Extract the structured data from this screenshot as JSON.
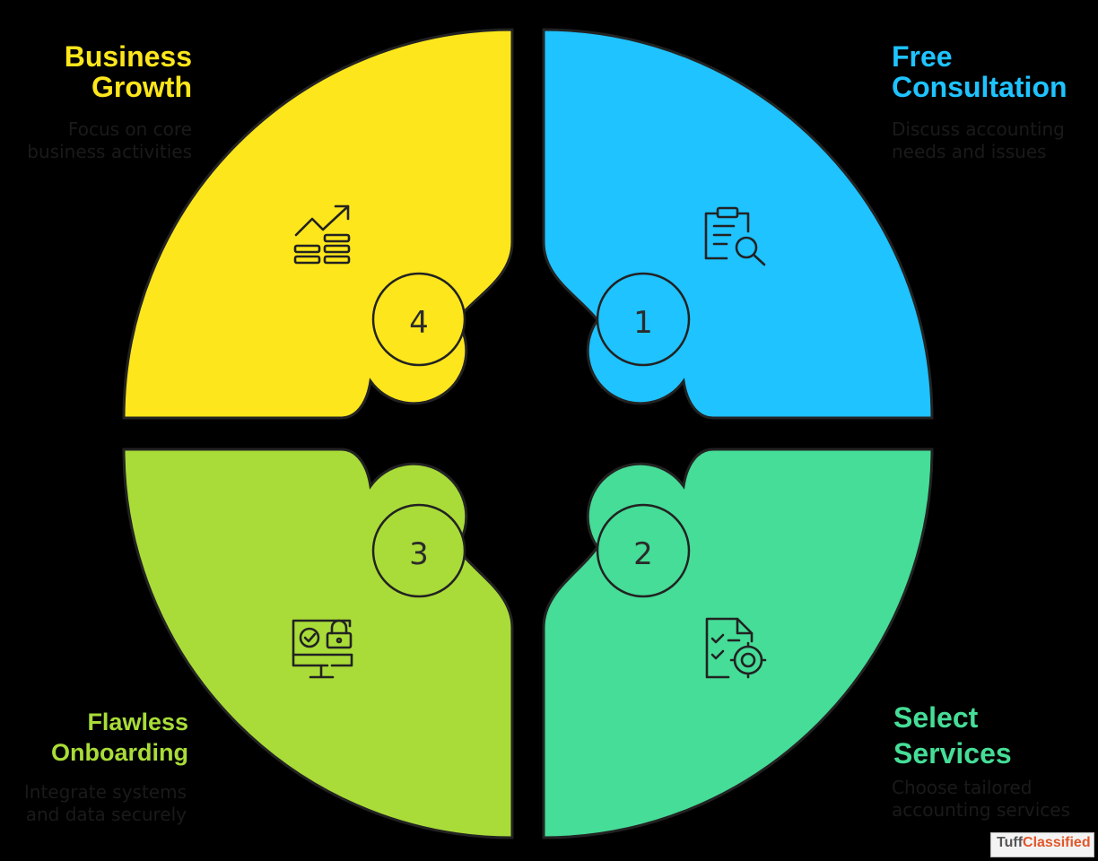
{
  "steps": [
    {
      "number": "1",
      "title_line1": "Free",
      "title_line2": "Consultation",
      "desc_line1": "Discuss accounting",
      "desc_line2": "needs and issues",
      "color": "#1EC3FF",
      "icon": "clipboard-search-icon"
    },
    {
      "number": "2",
      "title_line1": "Select",
      "title_line2": "Services",
      "desc_line1": "Choose tailored",
      "desc_line2": "accounting services",
      "color": "#45DD97",
      "icon": "document-gear-icon"
    },
    {
      "number": "3",
      "title_line1": "Flawless",
      "title_line2": "Onboarding",
      "desc_line1": "Integrate systems",
      "desc_line2": "and data securely",
      "color": "#A9DC38",
      "icon": "monitor-lock-icon"
    },
    {
      "number": "4",
      "title_line1": "Business",
      "title_line2": "Growth",
      "desc_line1": "Focus on core",
      "desc_line2": "business activities",
      "color": "#FDE61B",
      "icon": "growth-coins-icon"
    }
  ],
  "watermark": {
    "text_part1": "Tuff",
    "text_part2": "Classified",
    "accent": "#e2572a"
  }
}
